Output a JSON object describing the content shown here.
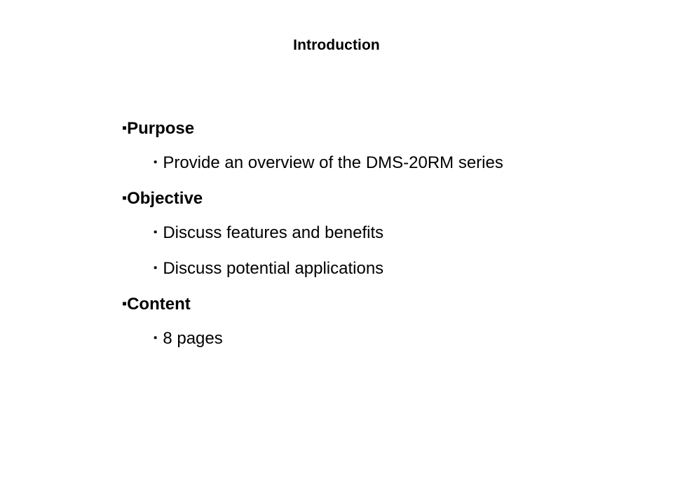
{
  "slide": {
    "title": "Introduction",
    "background_color": "#ffffff",
    "text_color": "#000000",
    "bullet_glyph_level1": "▪",
    "bullet_glyph_level2": "▪",
    "outline": [
      {
        "level": 1,
        "text": "Purpose"
      },
      {
        "level": 2,
        "text": "Provide an overview of the DMS-20RM series"
      },
      {
        "level": 1,
        "text": "Objective"
      },
      {
        "level": 2,
        "text": "Discuss features and benefits"
      },
      {
        "level": 2,
        "text": "Discuss potential applications"
      },
      {
        "level": 1,
        "text": "Content"
      },
      {
        "level": 2,
        "text": "8 pages"
      }
    ]
  }
}
